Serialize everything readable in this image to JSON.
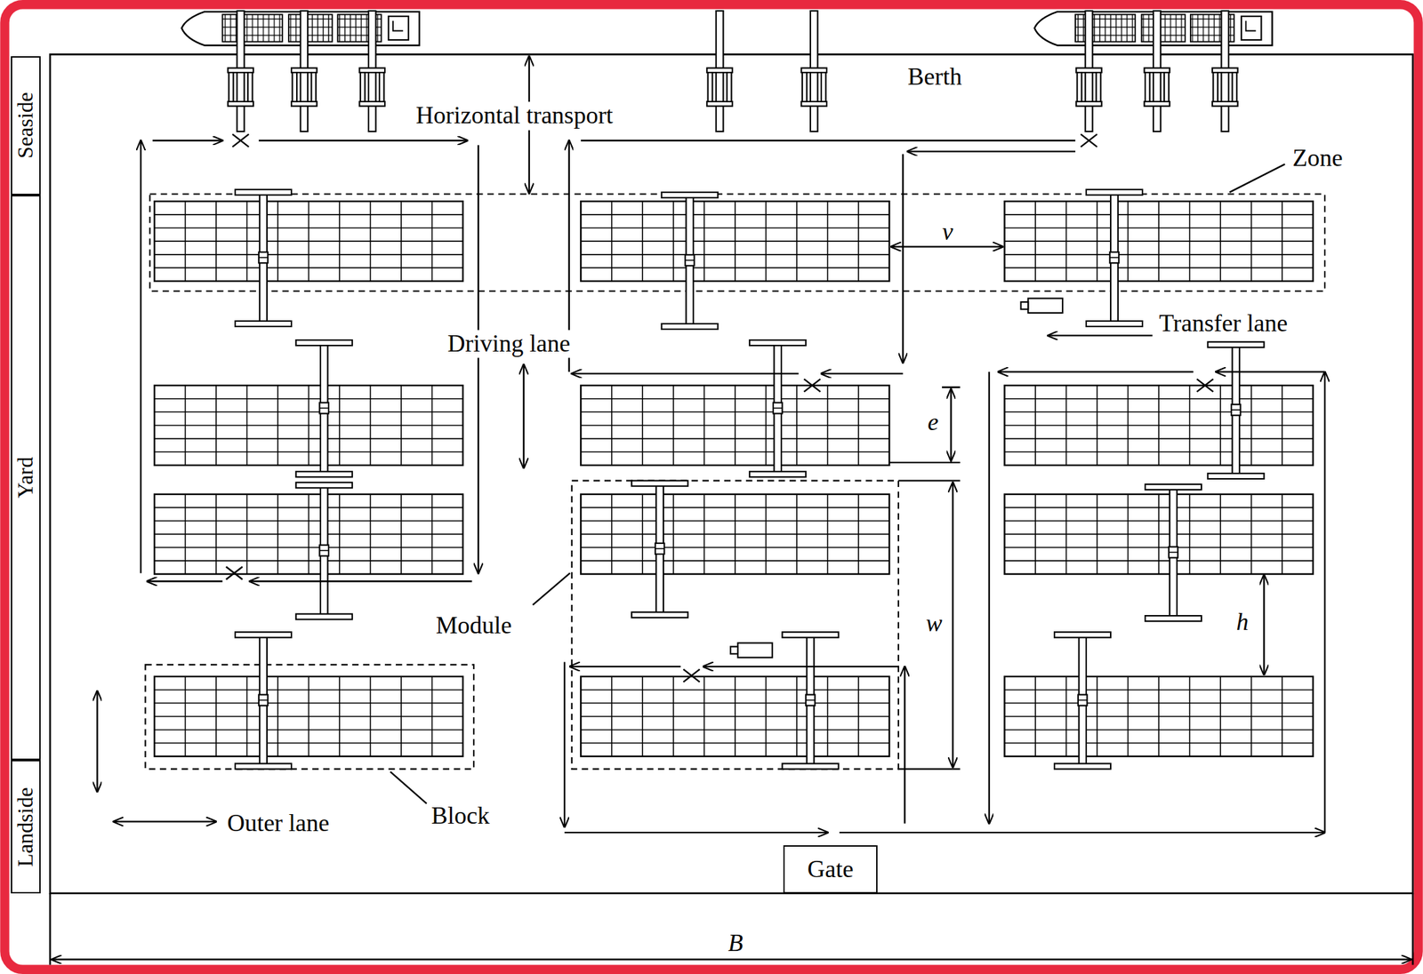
{
  "diagram": {
    "nodes": [
      {
        "text": [
          "Seaside"
        ]
      },
      {
        "text": [
          "Yard"
        ]
      },
      {
        "text": [
          "Landside"
        ]
      },
      {
        "text": [
          "Gate"
        ]
      }
    ],
    "labels": [
      "Berth",
      "Horizontal transport",
      "Zone",
      "v",
      "Transfer lane",
      "Driving lane",
      "e",
      "w",
      "h",
      "Module",
      "Outer lane",
      "Block",
      "B"
    ]
  }
}
